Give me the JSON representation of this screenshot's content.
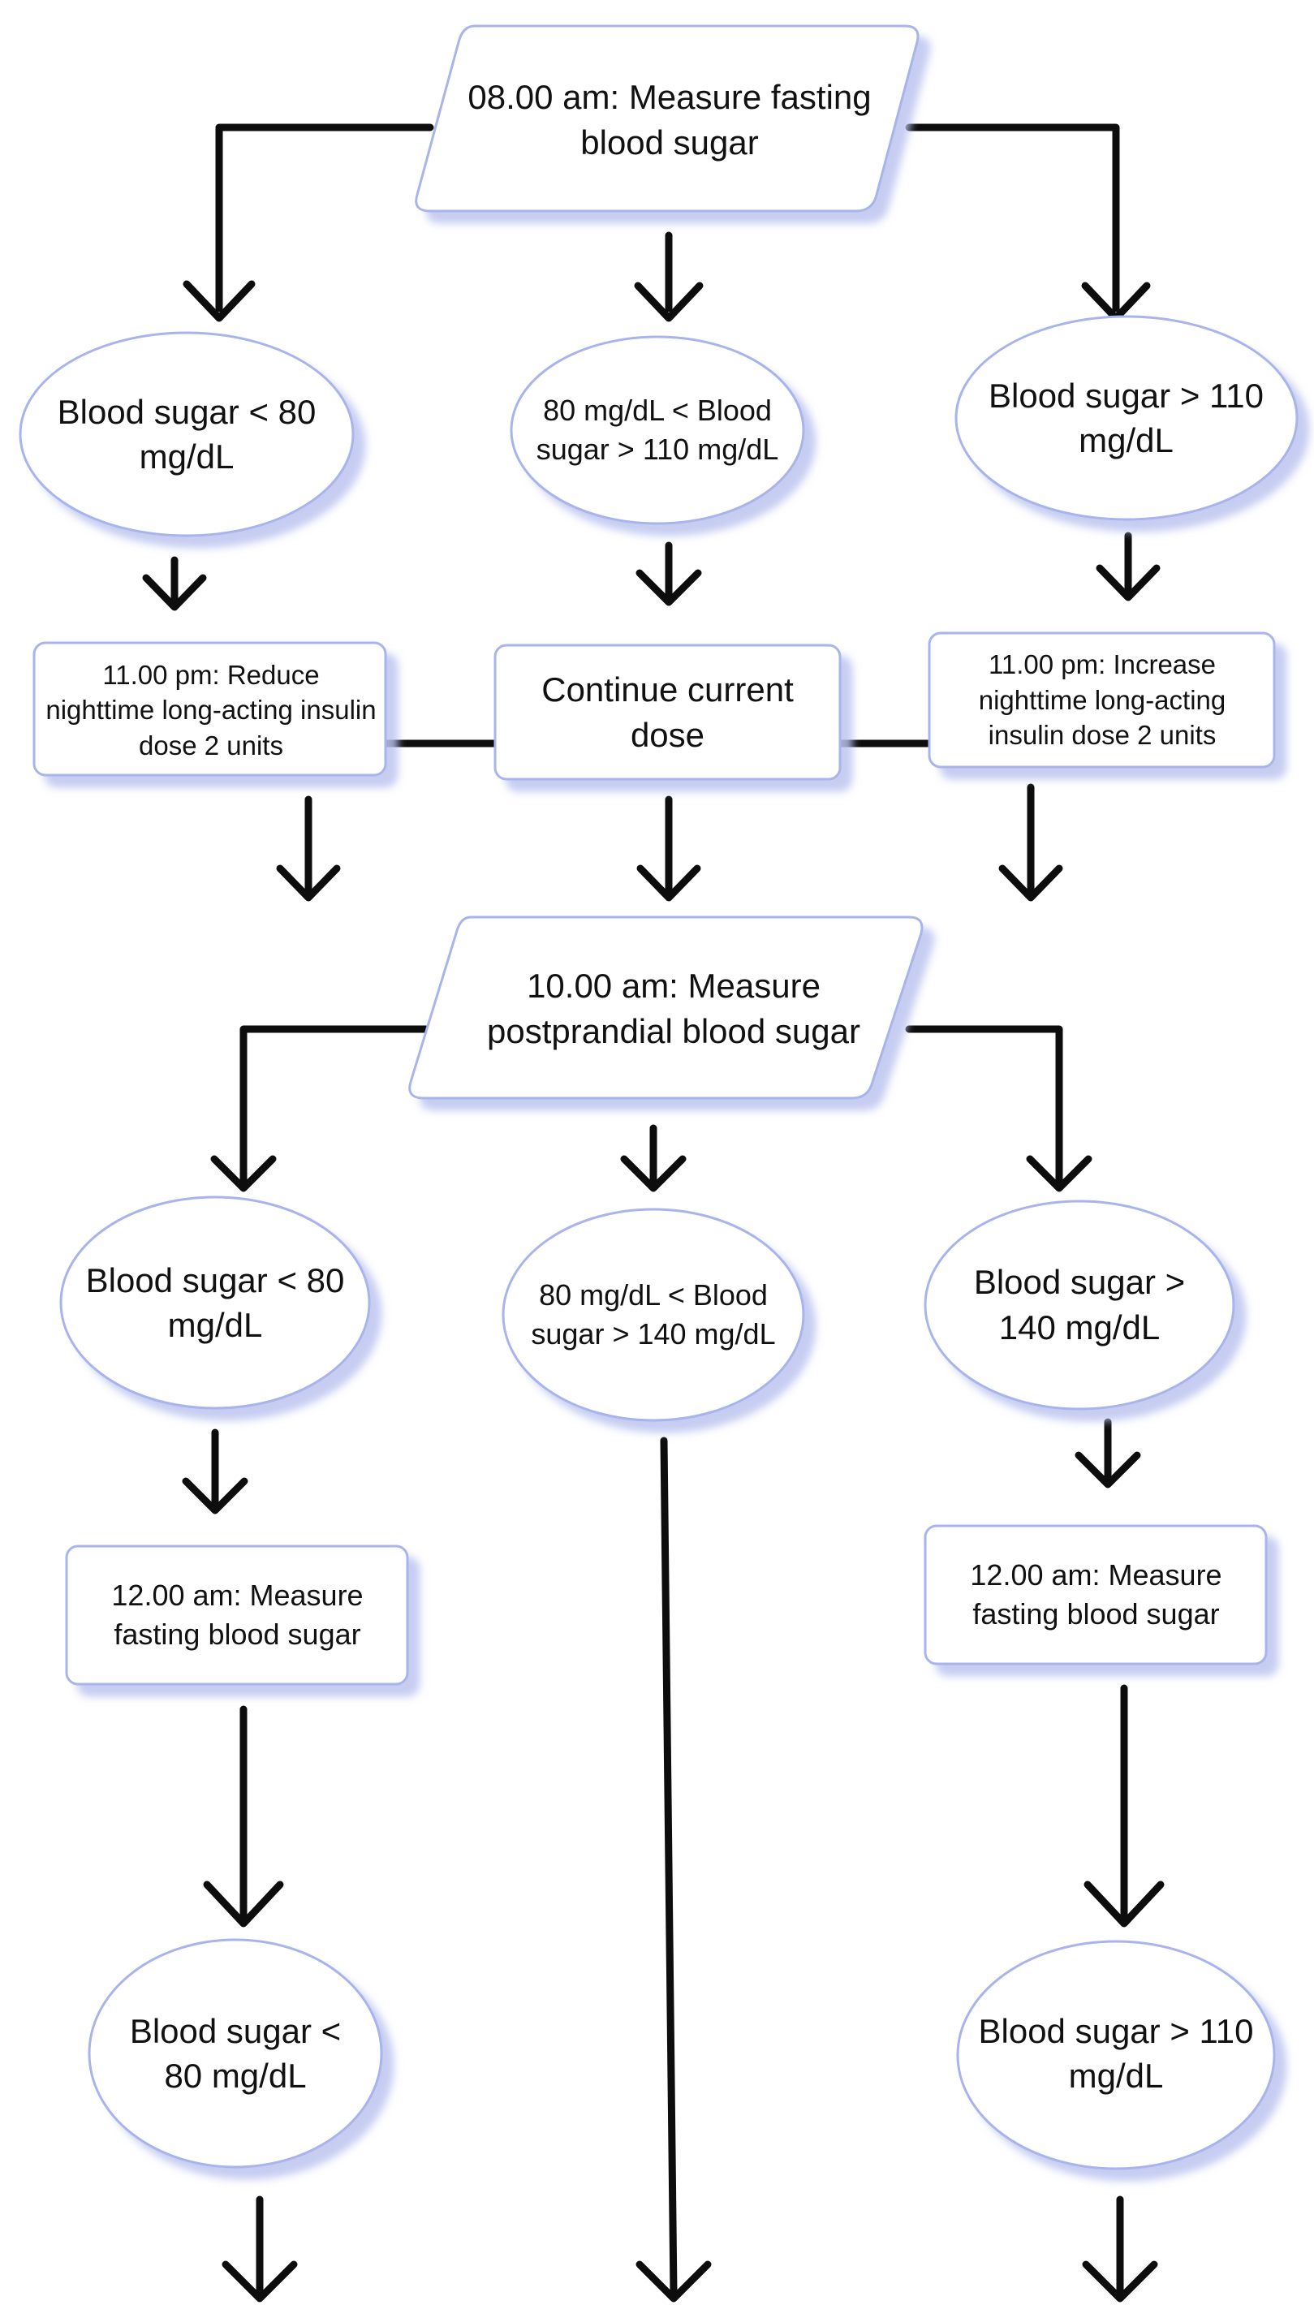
{
  "colors": {
    "line": "#0d0d0d",
    "node_border": "#a9b4ec",
    "node_fill": "#ffffff",
    "node_shadow": "#bcc4ee"
  },
  "nodes": {
    "start_measure": "08.00 am: Measure fasting blood sugar",
    "fasting_low": "Blood sugar < 80 mg/dL",
    "fasting_mid": "80 mg/dL < Blood sugar > 110 mg/dL",
    "fasting_high": "Blood sugar > 110 mg/dL",
    "reduce_dose": "11.00 pm: Reduce nighttime long-acting insulin dose 2 units",
    "continue_dose": "Continue current dose",
    "increase_dose": "11.00 pm: Increase nighttime long-acting insulin dose 2 units",
    "postprandial_measure": "10.00 am: Measure postprandial blood sugar",
    "post_low": "Blood sugar < 80 mg/dL",
    "post_mid": "80 mg/dL < Blood sugar > 140 mg/dL",
    "post_high": "Blood sugar > 140 mg/dL",
    "midnight_measure_left": "12.00 am: Measure fasting blood sugar",
    "midnight_measure_right": "12.00 am: Measure fasting blood sugar",
    "final_low": "Blood sugar < 80 mg/dL",
    "final_high": "Blood sugar > 110 mg/dL"
  }
}
